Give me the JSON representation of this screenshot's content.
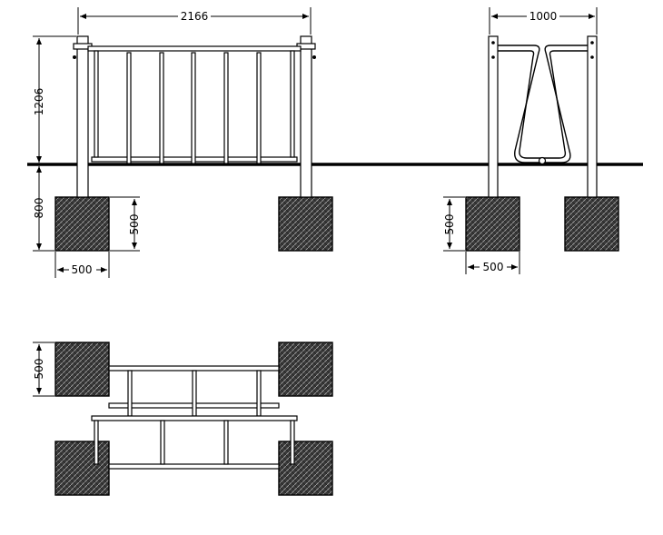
{
  "front_view": {
    "width_label": "2166",
    "height_above_ground_label": "1206",
    "depth_below_ground_label": "800",
    "footing_height_label": "500",
    "footing_width_label": "500"
  },
  "side_view": {
    "width_label": "1000",
    "footing_height_label": "500",
    "footing_width_label": "500"
  },
  "plan_view": {
    "footing_size_label": "500"
  },
  "colors": {
    "line": "#000000",
    "footing_fill": "#2b2b2b",
    "background": "#ffffff"
  }
}
